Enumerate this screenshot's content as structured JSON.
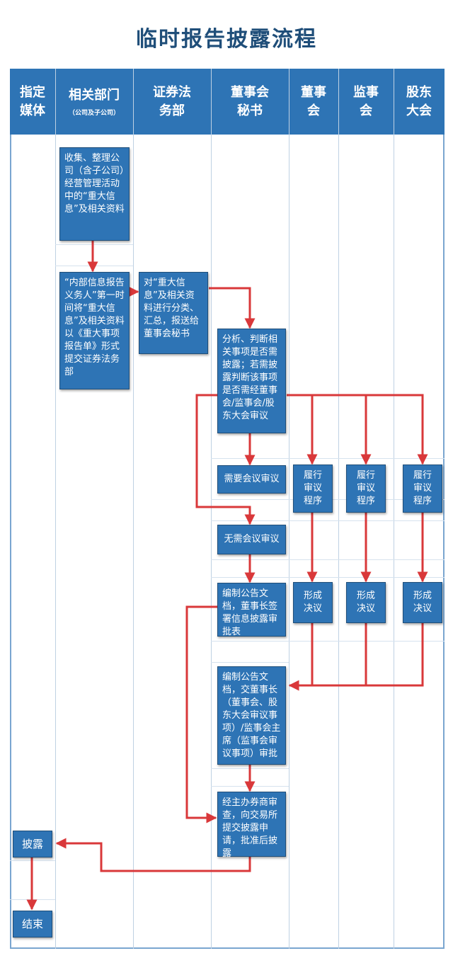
{
  "title": "临时报告披露流程",
  "columns": [
    {
      "label": "指定\n媒体"
    },
    {
      "label": "相关部门",
      "sub": "（公司及子公司）"
    },
    {
      "label": "证券法\n务部"
    },
    {
      "label": "董事会\n秘书"
    },
    {
      "label": "董事\n会"
    },
    {
      "label": "监事\n会"
    },
    {
      "label": "股东\n大会"
    }
  ],
  "steps": {
    "collect": "收集、整理公司（含子公司）经营管理活动中的“重大信息”及相关资料",
    "report": "“内部信息报告义务人”第一时间将“重大信息”及相关资料以《重大事项报告单》形式提交证券法务部",
    "classify": "对“重大信息”及相关资料进行分类、汇总，报送给董事会秘书",
    "analyze": "分析、判断相关事项是否需披露；若需披露判断该事项是否需经董事会/监事会/股东大会审议",
    "need_review": "需要会议审议",
    "no_review": "无需会议审议",
    "draft_chair": "编制公告文档，董事长签署信息披露审批表",
    "draft_approve": "编制公告文档，交董事长（董事会、股东大会审议事项）/监事会主席（监事会审议事项）审批",
    "broker": "经主办券商审查，向交易所提交披露申请，批准后披露",
    "board_proc": "履行\n审议\n程序",
    "sup_proc": "履行\n审议\n程序",
    "share_proc": "履行\n审议\n程序",
    "board_res": "形成\n决议",
    "sup_res": "形成\n决议",
    "share_res": "形成\n决议",
    "disclose": "披露",
    "end": "结束"
  },
  "colors": {
    "header": "#2e74b5",
    "box": "#2e74b5",
    "arrow": "#d9383a",
    "title": "#1f4e79"
  }
}
